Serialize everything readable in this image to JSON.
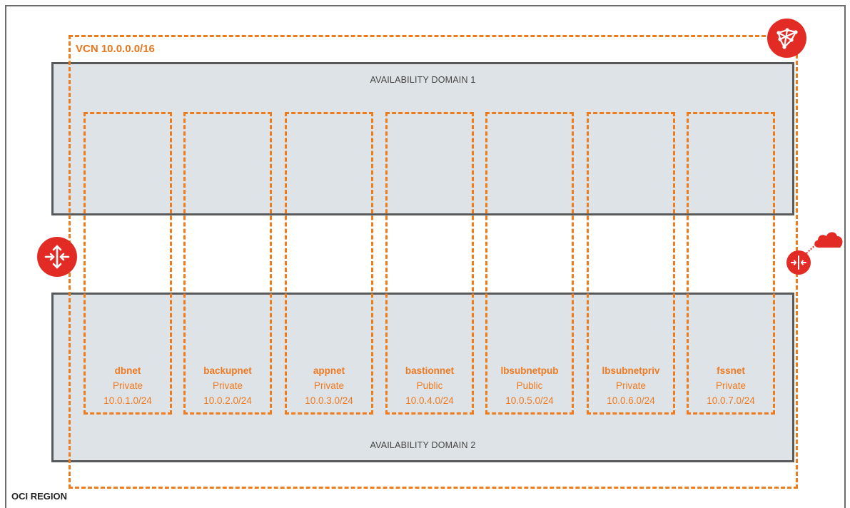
{
  "region": {
    "label": "OCI REGION"
  },
  "vcn": {
    "label": "VCN 10.0.0.0/16"
  },
  "availability_domains": [
    {
      "label": "AVAILABILITY DOMAIN 1"
    },
    {
      "label": "AVAILABILITY DOMAIN 2"
    }
  ],
  "subnets": [
    {
      "name": "dbnet",
      "access": "Private",
      "cidr": "10.0.1.0/24"
    },
    {
      "name": "backupnet",
      "access": "Private",
      "cidr": "10.0.2.0/24"
    },
    {
      "name": "appnet",
      "access": "Private",
      "cidr": "10.0.3.0/24"
    },
    {
      "name": "bastionnet",
      "access": "Public",
      "cidr": "10.0.4.0/24"
    },
    {
      "name": "lbsubnetpub",
      "access": "Public",
      "cidr": "10.0.5.0/24"
    },
    {
      "name": "lbsubnetpriv",
      "access": "Private",
      "cidr": "10.0.6.0/24"
    },
    {
      "name": "fssnet",
      "access": "Private",
      "cidr": "10.0.7.0/24"
    }
  ],
  "icons": {
    "vcn_icon": "vcn-network-icon",
    "left_gateway": "dynamic-routing-gateway-icon",
    "right_gateway": "internet-gateway-icon",
    "internet": "cloud-icon"
  },
  "colors": {
    "accent": "#ef7c1c",
    "icon_red": "#e32b25",
    "domain_fill": "#dde3e6",
    "domain_border": "#58595b",
    "region_border": "#6b6b6b"
  }
}
